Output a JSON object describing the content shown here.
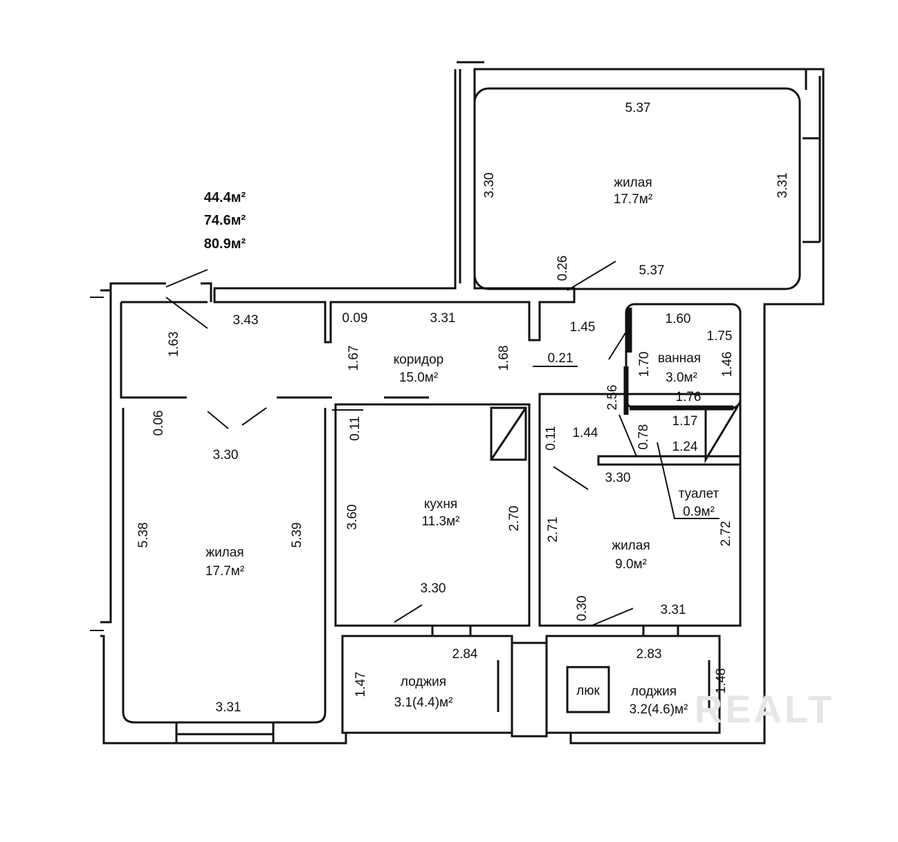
{
  "totals": [
    "44.4м²",
    "74.6м²",
    "80.9м²"
  ],
  "rooms": {
    "living_top": {
      "name": "жилая",
      "area": "17.7м²"
    },
    "corridor": {
      "name": "коридор",
      "area": "15.0м²"
    },
    "bathroom": {
      "name": "ванная",
      "area": "3.0м²"
    },
    "kitchen": {
      "name": "кухня",
      "area": "11.3м²"
    },
    "living_left": {
      "name": "жилая",
      "area": "17.7м²"
    },
    "living_small": {
      "name": "жилая",
      "area": "9.0м²"
    },
    "toilet": {
      "name": "туалет",
      "area": "0.9м²"
    },
    "loggia_left": {
      "name": "лоджия",
      "area": "3.1(4.4)м²"
    },
    "loggia_right": {
      "name": "лоджия",
      "area": "3.2(4.6)м²"
    },
    "shaft": {
      "name": "люк"
    }
  },
  "dims": [
    "5.37",
    "3.30",
    "3.31",
    "0.26",
    "5.37",
    "3.43",
    "0.09",
    "3.31",
    "1.45",
    "1.60",
    "1.75",
    "1.63",
    "1.67",
    "1.68",
    "0.21",
    "1.70",
    "1.46",
    "2.56",
    "1.76",
    "0.06",
    "3.30",
    "0.11",
    "0.11",
    "1.44",
    "0.78",
    "1.17",
    "1.24",
    "3.30",
    "3.60",
    "2.70",
    "2.71",
    "2.72",
    "5.38",
    "5.39",
    "3.30",
    "0.30",
    "3.31",
    "2.84",
    "2.83",
    "1.47",
    "1.48",
    "3.31"
  ],
  "watermark": "REALT"
}
